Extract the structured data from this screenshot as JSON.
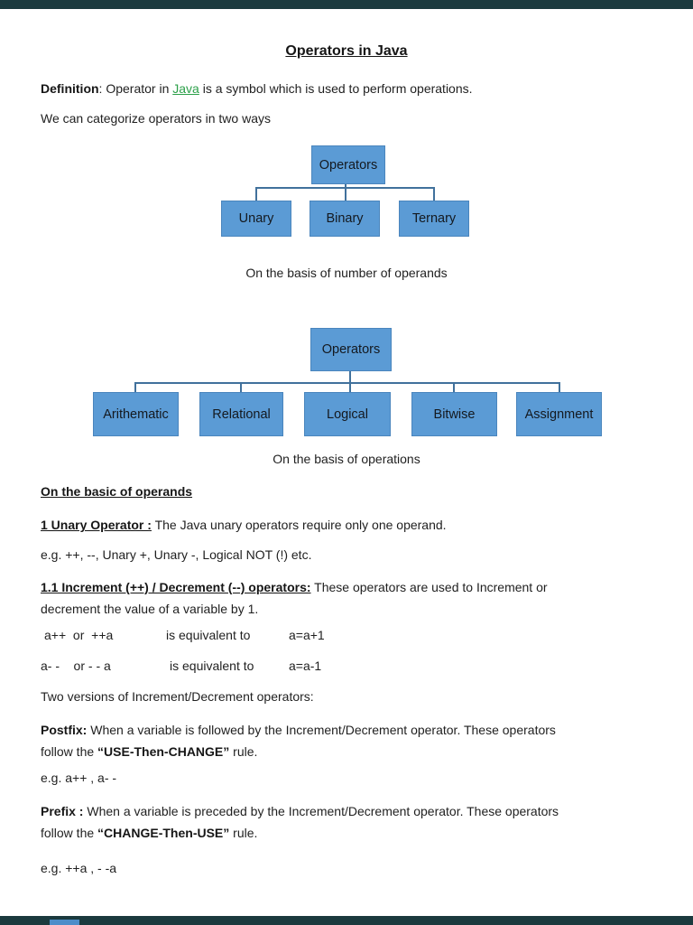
{
  "title": "Operators in Java",
  "definition": {
    "label": "Definition",
    "pre": ": Operator in ",
    "link": "Java",
    "post": " is a symbol which is used to perform operations."
  },
  "intro": "We can categorize operators in two ways",
  "diagram1": {
    "root": "Operators",
    "children": [
      "Unary",
      "Binary",
      "Ternary"
    ],
    "caption": "On the basis of number of operands"
  },
  "diagram2": {
    "root": "Operators",
    "children": [
      "Arithematic",
      "Relational",
      "Logical",
      "Bitwise",
      "Assignment"
    ],
    "caption": "On the basis of operations"
  },
  "section_heading": "On the basic of operands",
  "unary": {
    "head": "1 Unary Operator :",
    "rest": " The Java unary operators require only one operand."
  },
  "example1": "e.g. ++, --, Unary +, Unary -, Logical NOT (!) etc.",
  "incdec": {
    "head": "1.1 Increment (++) / Decrement (--) operators:",
    "rest1": " These operators are used to Increment or",
    "rest2": "decrement the value of a variable by 1."
  },
  "eq1": {
    "left": "a++  or  ++a",
    "mid": "is equivalent to",
    "right": "a=a+1"
  },
  "eq2": {
    "left": "a- -    or - - a",
    "mid": "is equivalent to",
    "right": "a=a-1"
  },
  "two_versions": "Two versions of Increment/Decrement operators:",
  "postfix": {
    "head": "Postfix:",
    "rest1": " When a variable is followed by the Increment/Decrement operator. These operators",
    "lead2": "follow the ",
    "strong": "“USE-Then-CHANGE”",
    "tail": " rule."
  },
  "example2": "e.g. a++ , a- -",
  "prefix": {
    "head": "Prefix :",
    "rest1": " When a variable is preceded by the Increment/Decrement operator. These operators",
    "lead2": "follow the ",
    "strong": "“CHANGE-Then-USE”",
    "tail": " rule."
  },
  "example3": "e.g. ++a , - -a",
  "colors": {
    "box_fill": "#5b9bd5",
    "box_border": "#4a85bd",
    "connector": "#41719c",
    "link_green": "#2da04a",
    "page_gap_bar": "#1b3a3e",
    "next_page_peek": "#4d8dc9"
  }
}
